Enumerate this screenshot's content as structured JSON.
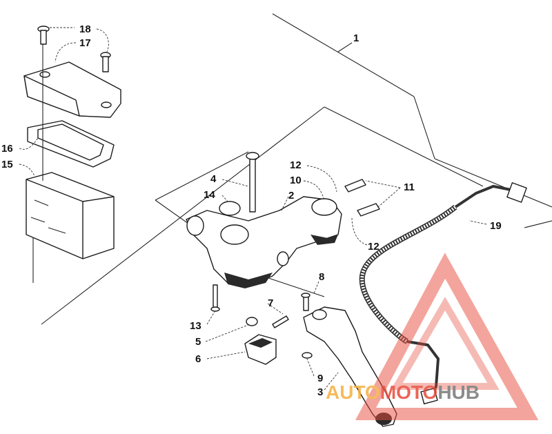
{
  "diagram": {
    "callouts": [
      "1",
      "2",
      "3",
      "4",
      "5",
      "6",
      "7",
      "8",
      "9",
      "10",
      "11",
      "12",
      "12",
      "13",
      "14",
      "15",
      "16",
      "17",
      "18",
      "19"
    ]
  },
  "watermark": {
    "part1": "AUTO",
    "part2": "MOTO",
    "part3": "HUB",
    "colors": {
      "orange": "#f5b041",
      "red": "#e74c3c",
      "gray": "#777777"
    }
  }
}
